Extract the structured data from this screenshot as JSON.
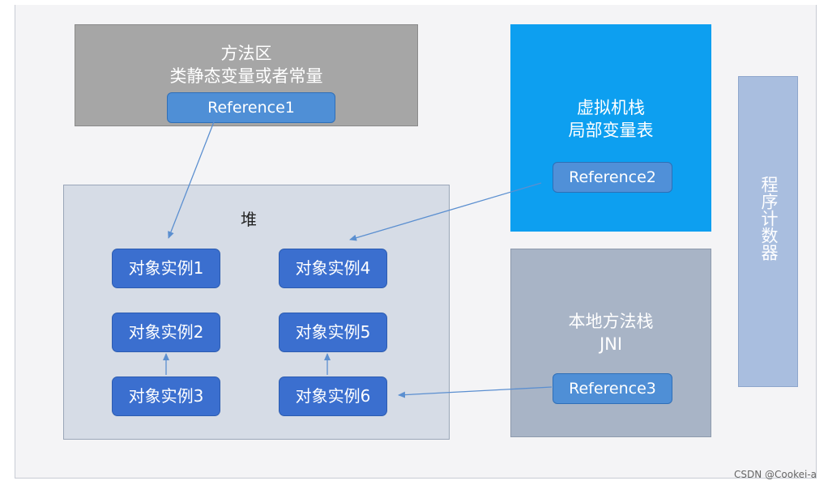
{
  "method_area": {
    "line1": "方法区",
    "line2": "类静态变量或者常量",
    "ref": "Reference1"
  },
  "heap": {
    "label": "堆",
    "objects": [
      "对象实例1",
      "对象实例2",
      "对象实例3",
      "对象实例4",
      "对象实例5",
      "对象实例6"
    ]
  },
  "vm_stack": {
    "line1": "虚拟机栈",
    "line2": "局部变量表",
    "ref": "Reference2"
  },
  "native_stack": {
    "line1": "本地方法栈",
    "line2": "JNI",
    "ref": "Reference3"
  },
  "pc_register": {
    "label": "程序计数器"
  },
  "watermark": "CSDN @Cookei-a",
  "colors": {
    "method_area": "#a6a6a6",
    "heap": "#d6dce6",
    "vm_stack": "#0d9ff0",
    "native_stack": "#a8b4c6",
    "pc_register": "#a9bedf",
    "object": "#3b6fcf",
    "reference": "#4f8fd6",
    "arrow": "#5b8fd0"
  }
}
